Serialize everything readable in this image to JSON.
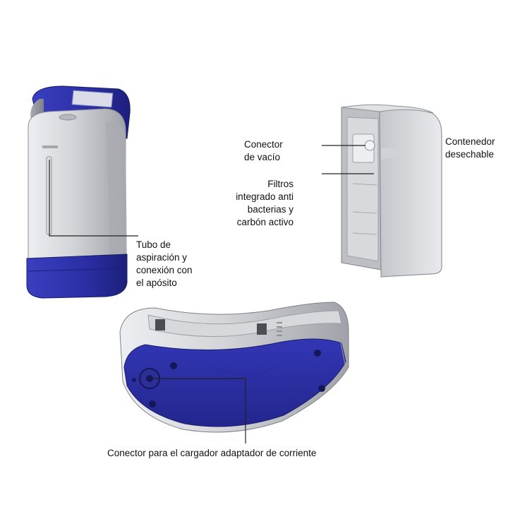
{
  "diagram": {
    "labels": {
      "tubo": "Tubo de\naspiración y\nconexión con\nel  apósito",
      "conector_vacio": "Conector\nde vacío",
      "filtros": "Filtros\nintegrado anti\nbacterias y\ncarbón activo",
      "contenedor": "Contenedor\ndesechable",
      "cargador": "Conector para el cargador adaptador de corriente"
    }
  },
  "colors": {
    "device_blue": "#2a2ea3",
    "device_blue_dark": "#1c1f7a",
    "device_grey": "#c9cbcf",
    "device_grey_light": "#e6e7ea",
    "device_grey_dark": "#8c8f95",
    "leader_line": "#222222"
  }
}
